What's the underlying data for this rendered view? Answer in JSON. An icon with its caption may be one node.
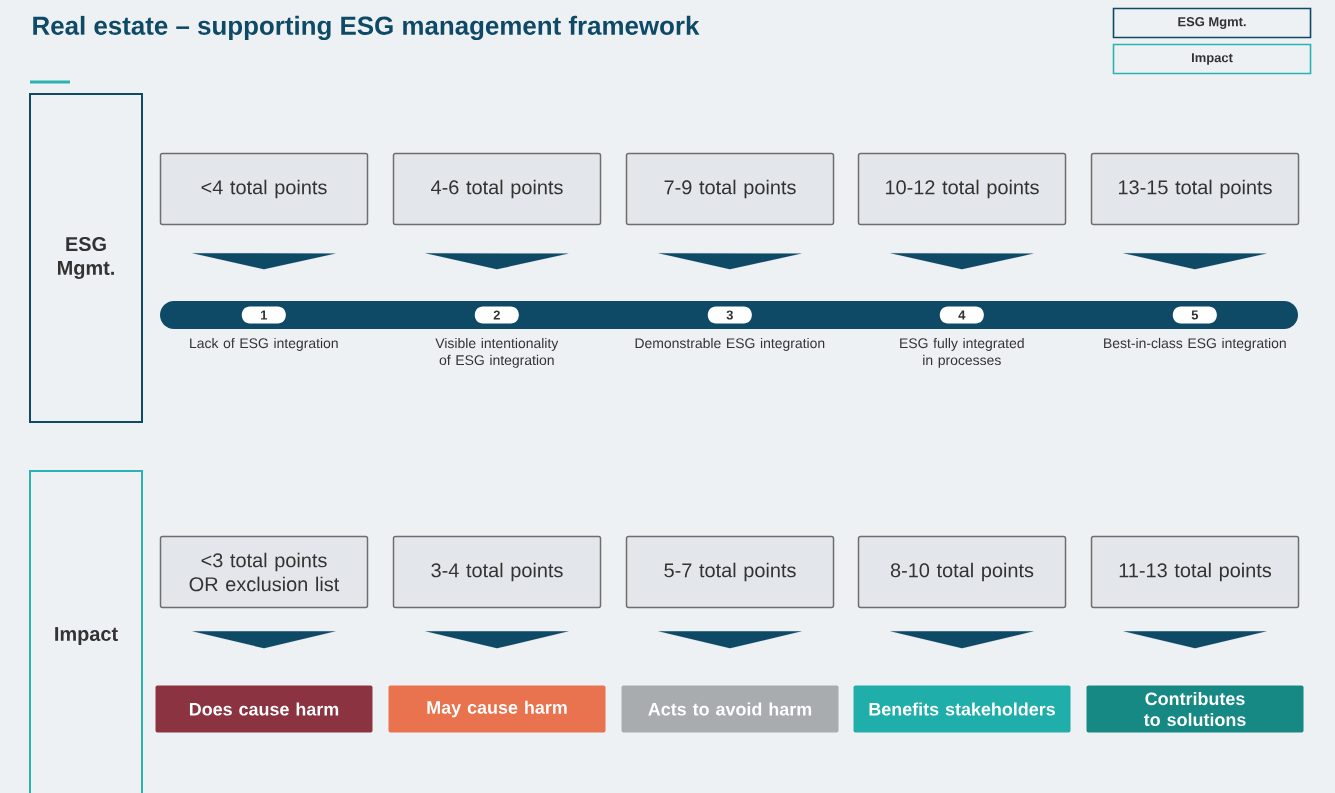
{
  "diagram": {
    "title": "Real estate – supporting ESG management framework",
    "nodes": [
      {
        "text": [
          "ESG Mgmt."
        ]
      },
      {
        "text": [
          "<4 total points"
        ]
      },
      {
        "text": [
          "4-6 total points"
        ]
      },
      {
        "text": [
          "7-9 total points"
        ]
      },
      {
        "text": [
          "10-12 total points"
        ]
      },
      {
        "text": [
          "13-15 total points"
        ]
      },
      {
        "text": [],
        "shape": "bar"
      },
      {
        "text": [
          "1"
        ],
        "in": 6,
        "beside": [
          "Lack of ESG integration"
        ]
      },
      {
        "text": [
          "2"
        ],
        "in": 6,
        "beside": [
          "Visible intentionality of ESG integration"
        ]
      },
      {
        "text": [
          "3"
        ],
        "in": 6,
        "beside": [
          "Demonstrable ESG integration"
        ]
      },
      {
        "text": [
          "4"
        ],
        "in": 6,
        "beside": [
          "ESG fully integrated in processes"
        ]
      },
      {
        "text": [
          "5"
        ],
        "in": 6,
        "beside": [
          "Best-in-class ESG integration"
        ]
      },
      {
        "text": [
          "Impact"
        ]
      },
      {
        "text": [
          "<3 total points OR exclusion list"
        ]
      },
      {
        "text": [
          "3-4 total points"
        ]
      },
      {
        "text": [
          "5-7 total points"
        ]
      },
      {
        "text": [
          "8-10 total points"
        ]
      },
      {
        "text": [
          "11-13 total points"
        ]
      },
      {
        "text": [
          "Does cause harm"
        ]
      },
      {
        "text": [
          "May cause harm"
        ]
      },
      {
        "text": [
          "Acts to avoid harm"
        ]
      },
      {
        "text": [
          "Benefits stakeholders"
        ]
      },
      {
        "text": [
          "Contributes to solutions"
        ]
      }
    ],
    "edges": [
      {
        "from": 1,
        "to": 7,
        "arrow": "to"
      },
      {
        "from": 2,
        "to": 8,
        "arrow": "to"
      },
      {
        "from": 3,
        "to": 9,
        "arrow": "to"
      },
      {
        "from": 4,
        "to": 10,
        "arrow": "to"
      },
      {
        "from": 5,
        "to": 11,
        "arrow": "to"
      },
      {
        "from": 13,
        "to": 18,
        "arrow": "to"
      },
      {
        "from": 14,
        "to": 19,
        "arrow": "to"
      },
      {
        "from": 15,
        "to": 20,
        "arrow": "to"
      },
      {
        "from": 16,
        "to": 21,
        "arrow": "to"
      },
      {
        "from": 17,
        "to": 22,
        "arrow": "to"
      }
    ],
    "legend": [
      {
        "text": "ESG Mgmt."
      },
      {
        "text": "Impact"
      }
    ]
  }
}
